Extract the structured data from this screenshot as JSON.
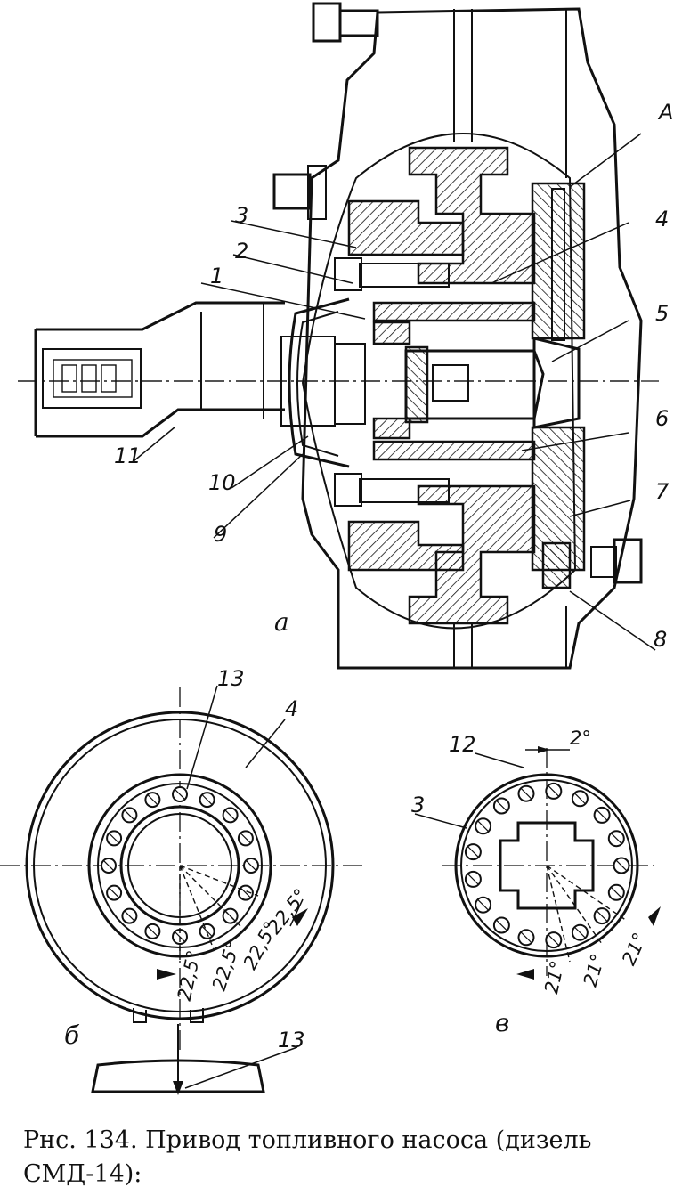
{
  "figure": {
    "caption_line1": "Рнс. 134. Привод топливного насоса (дизель",
    "caption_line2": "СМД-14):"
  },
  "callouts": {
    "c1": "1",
    "c2": "2",
    "c3": "3",
    "c4": "4",
    "c5": "5",
    "c6": "6",
    "c7": "7",
    "c8": "8",
    "c9": "9",
    "c10": "10",
    "c11": "11",
    "c12": "12",
    "c13a": "13",
    "c13b": "13",
    "cA": "A",
    "c3v": "3",
    "c4b": "4"
  },
  "view_labels": {
    "a": "а",
    "b": "б",
    "v": "в"
  },
  "angles": {
    "b1": "22,5°",
    "b2": "22,5°",
    "b3": "22,5°",
    "b4": "22,5°",
    "v_top": "2°",
    "v1": "21°",
    "v2": "21°",
    "v3": "21°"
  }
}
